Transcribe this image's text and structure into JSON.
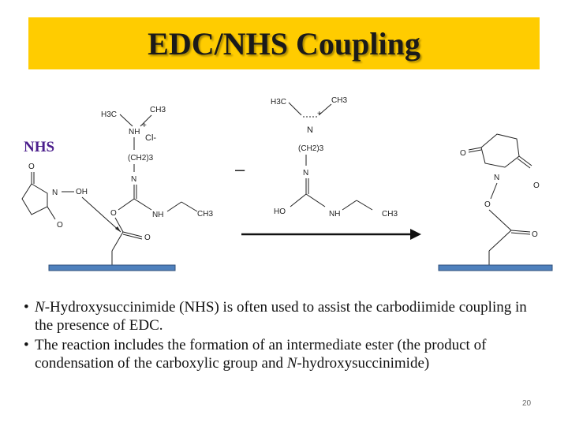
{
  "slide": {
    "title": "EDC/NHS Coupling",
    "nhs_label": "NHS",
    "page_number": "20"
  },
  "chem": {
    "nhs": {
      "o_top": "O",
      "o_bottom": "O",
      "n": "N",
      "oh": "OH"
    },
    "surface_acid": {
      "o": "O"
    },
    "edc": {
      "h3c": "H3C",
      "ch3_top": "CH3",
      "nh": "NH",
      "plus": "+",
      "cl": "Cl-",
      "ch2": "(CH2)3",
      "n": "N",
      "o": "O",
      "nh_right": "NH",
      "ch3_right": "CH3"
    },
    "urea": {
      "h3c": "H3C",
      "ch3": "CH3",
      "n_top": "N",
      "plus": "+",
      "ch2": "(CH2)3",
      "n": "N",
      "ho": "HO",
      "nh": "NH",
      "ch3_right": "CH3",
      "minus": "–"
    },
    "product": {
      "o_left": "O",
      "n": "N",
      "o_right": "O",
      "o_link": "O",
      "o_carbonyl": "O"
    }
  },
  "bullets": {
    "b1_italic": "N",
    "b1_rest": "-Hydroxysuccinimide (NHS) is often used to assist the carbodiimide coupling in the presence of EDC.",
    "b2_main": "The reaction includes the formation of an intermediate ester (the product of condensation of the carboxylic group and ",
    "b2_italic": "N",
    "b2_end": "-hydroxysuccinimide)"
  }
}
